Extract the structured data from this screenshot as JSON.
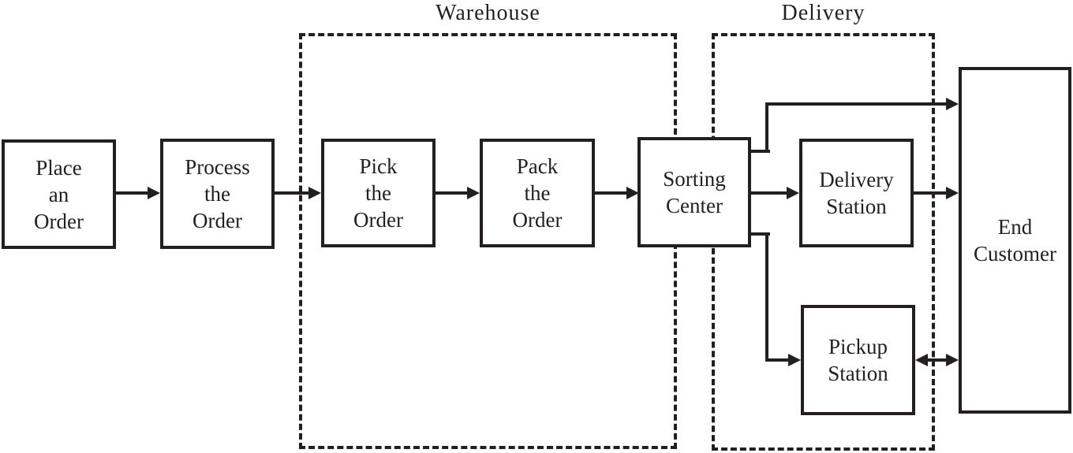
{
  "colors": {
    "ink": "#231f20",
    "background": "#ffffff",
    "node_fill": "#ffffff"
  },
  "groups": [
    {
      "id": "warehouse",
      "label": "Warehouse"
    },
    {
      "id": "delivery",
      "label": "Delivery"
    }
  ],
  "nodes": [
    {
      "id": "place-order",
      "label": "Place\nan\nOrder",
      "group": null
    },
    {
      "id": "process-order",
      "label": "Process\nthe\nOrder",
      "group": null
    },
    {
      "id": "pick-order",
      "label": "Pick\nthe\nOrder",
      "group": "warehouse"
    },
    {
      "id": "pack-order",
      "label": "Pack\nthe\nOrder",
      "group": "warehouse"
    },
    {
      "id": "sorting-center",
      "label": "Sorting\nCenter",
      "group": "warehouse-delivery-boundary"
    },
    {
      "id": "delivery-station",
      "label": "Delivery\nStation",
      "group": "delivery"
    },
    {
      "id": "pickup-station",
      "label": "Pickup\nStation",
      "group": "delivery"
    },
    {
      "id": "end-customer",
      "label": "End\nCustomer",
      "group": null
    }
  ],
  "edges": [
    {
      "from": "place-order",
      "to": "process-order",
      "type": "arrow"
    },
    {
      "from": "process-order",
      "to": "pick-order",
      "type": "arrow"
    },
    {
      "from": "pick-order",
      "to": "pack-order",
      "type": "arrow"
    },
    {
      "from": "pack-order",
      "to": "sorting-center",
      "type": "arrow"
    },
    {
      "from": "sorting-center",
      "to": "end-customer",
      "type": "arrow",
      "route": "top"
    },
    {
      "from": "sorting-center",
      "to": "delivery-station",
      "type": "arrow",
      "route": "middle"
    },
    {
      "from": "sorting-center",
      "to": "pickup-station",
      "type": "arrow",
      "route": "bottom"
    },
    {
      "from": "delivery-station",
      "to": "end-customer",
      "type": "arrow"
    },
    {
      "from": "pickup-station",
      "to": "end-customer",
      "type": "double-arrow"
    }
  ]
}
